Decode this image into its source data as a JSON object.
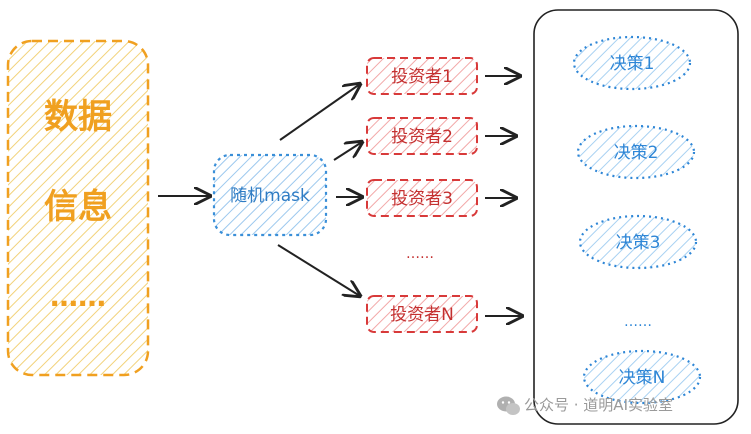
{
  "source_box": {
    "lines": [
      "数据",
      "信息",
      "……"
    ],
    "color": "#f0a020",
    "hatch_color": "#f2d27a"
  },
  "mask_node": {
    "label": "随机mask",
    "color": "#3a8fd8",
    "hatch_color": "#9cc8ee"
  },
  "investors": [
    {
      "label": "投资者1"
    },
    {
      "label": "投资者2"
    },
    {
      "label": "投资者3"
    },
    {
      "label": "……"
    },
    {
      "label": "投资者N"
    }
  ],
  "investor_style": {
    "color": "#d83a3a",
    "hatch_color": "#f2a8a8"
  },
  "decisions": [
    {
      "label": "决策1"
    },
    {
      "label": "决策2"
    },
    {
      "label": "决策3"
    },
    {
      "label": "……"
    },
    {
      "label": "决策N"
    }
  ],
  "decision_style": {
    "color": "#2e86d6",
    "hatch_color": "#a8d1f2"
  },
  "watermark": {
    "text": "公众号 · 道明AI实验室",
    "icon": "wechat-icon"
  },
  "arrow_color": "#222222"
}
